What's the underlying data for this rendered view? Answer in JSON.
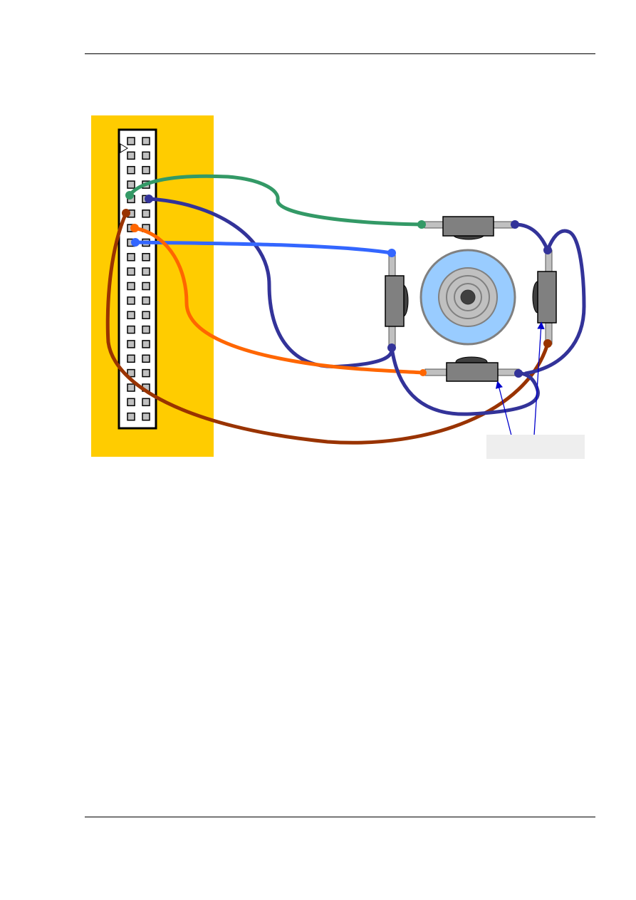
{
  "page": {
    "header_text": "",
    "footer_text": ""
  },
  "diagram": {
    "callout_label": "",
    "connector": {
      "columns": 2,
      "rows": 20,
      "pin1_marker": "triangle-pointer-icon"
    },
    "colors": {
      "board_yellow": "#ffcc00",
      "wire_green": "#339966",
      "wire_dark_blue": "#333399",
      "wire_light_blue": "#3366ff",
      "wire_orange": "#ff6600",
      "wire_brown": "#993300",
      "sensor_gray": "#808080",
      "lead_gray": "#c0c0c0",
      "disc_light_blue": "#99ccff"
    },
    "wires": [
      {
        "name": "green",
        "color_key": "wire_green"
      },
      {
        "name": "dark-blue-a",
        "color_key": "wire_dark_blue"
      },
      {
        "name": "light-blue",
        "color_key": "wire_light_blue"
      },
      {
        "name": "orange",
        "color_key": "wire_orange"
      },
      {
        "name": "brown",
        "color_key": "wire_brown"
      },
      {
        "name": "dark-blue-b",
        "color_key": "wire_dark_blue"
      }
    ],
    "sensors": [
      "top",
      "right",
      "bottom",
      "left"
    ]
  }
}
